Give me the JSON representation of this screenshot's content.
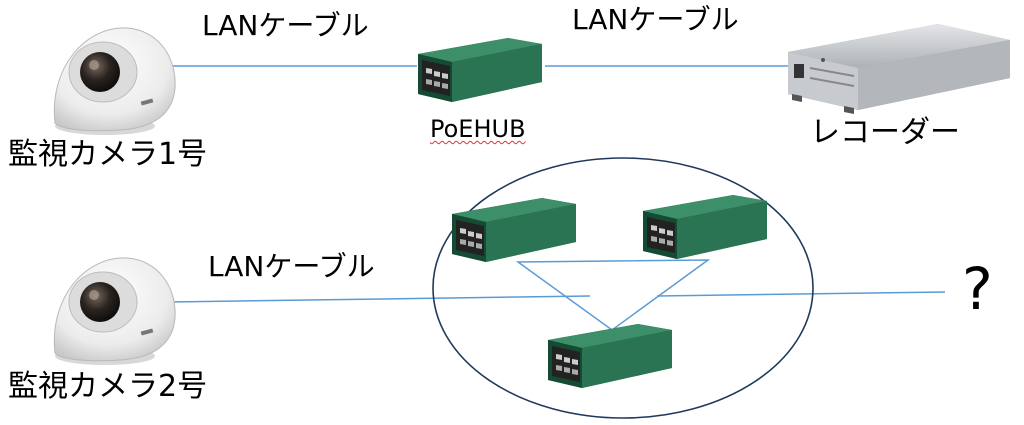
{
  "cables": {
    "top_left": "LANケーブル",
    "top_right": "LANケーブル",
    "bottom": "LANケーブル"
  },
  "camera1": {
    "label": "監視カメラ1号",
    "icon": "dome-camera-icon"
  },
  "camera2": {
    "label": "監視カメラ2号",
    "icon": "dome-camera-icon"
  },
  "hub": {
    "label": "PoEHUB",
    "icon": "poe-switch-icon"
  },
  "recorder": {
    "label": "レコーダー",
    "icon": "recorder-icon"
  },
  "unknown": {
    "label": "?"
  },
  "colors": {
    "cable": "#5b9bd5",
    "switch_body": "#2f7a5a",
    "switch_front": "#2b2b2b",
    "circle": "#1f3a5a"
  }
}
